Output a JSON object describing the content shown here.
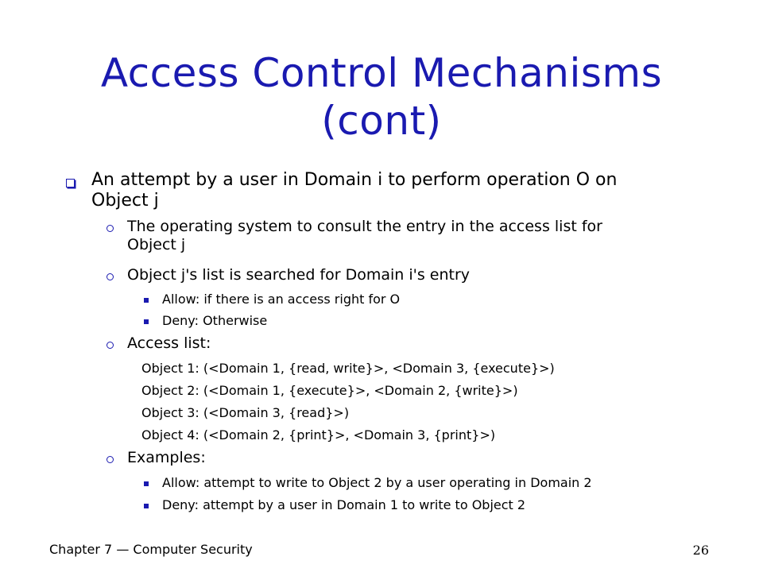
{
  "title": {
    "line1": "Access Control Mechanisms",
    "line2": "(cont)"
  },
  "colors": {
    "title": "#1a1ab0",
    "bullets": "#1a1ab0",
    "text": "#000000"
  },
  "bullet_icons": {
    "level1": "hollow-square",
    "level2": "hollow-circle",
    "level3": "solid-square"
  },
  "content": {
    "main_line1": "An attempt by a user in Domain i to perform operation O on",
    "main_line2": "Object j",
    "consult_line1": "The operating system to consult the entry in the access list for",
    "consult_line2": "Object j",
    "searched": "Object j's list is searched for Domain i's entry",
    "allow": "Allow: if there is an access right for O",
    "deny": "Deny: Otherwise",
    "access_list_label": "Access list:",
    "access_list": [
      "Object 1: (<Domain 1, {read, write}>, <Domain 3, {execute}>)",
      "Object 2: (<Domain 1, {execute}>, <Domain 2, {write}>)",
      "Object 3: (<Domain 3, {read}>)",
      "Object 4: (<Domain 2, {print}>, <Domain 3, {print}>)"
    ],
    "examples_label": "Examples:",
    "example_allow": "Allow: attempt to write to Object 2 by a user operating in Domain 2",
    "example_deny": "Deny: attempt by a user in Domain 1 to write to Object 2"
  },
  "footer": {
    "chapter": "Chapter 7 — Computer Security",
    "page_number": "26"
  }
}
